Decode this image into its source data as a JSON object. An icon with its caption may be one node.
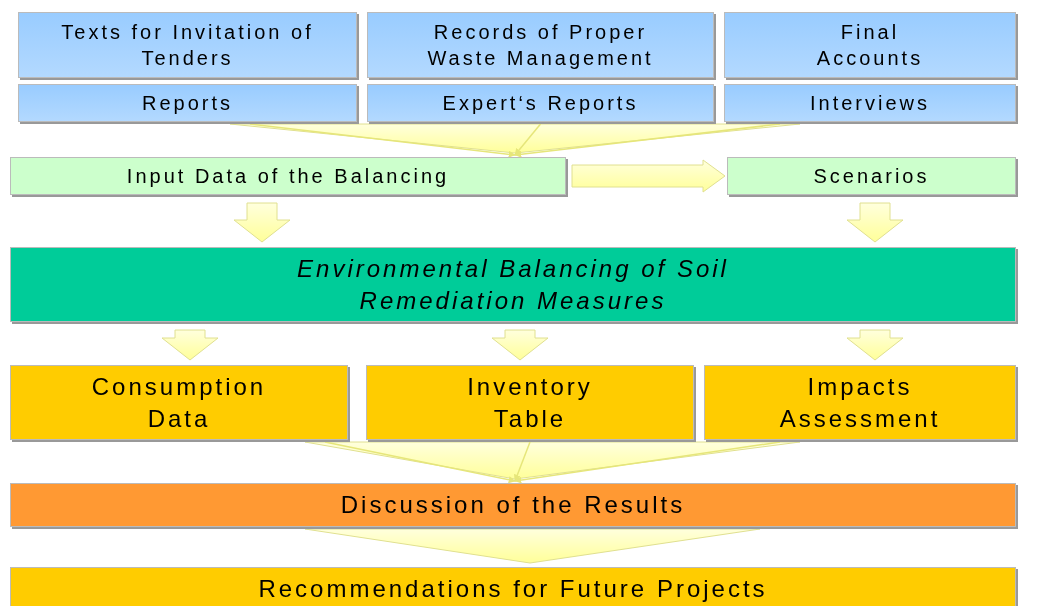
{
  "diagram": {
    "nodes": [
      {
        "text": [
          "Texts for Invitation of Tenders"
        ]
      },
      {
        "text": [
          "Records of Proper Waste Management"
        ]
      },
      {
        "text": [
          "Final Accounts"
        ]
      },
      {
        "text": [
          "Reports"
        ]
      },
      {
        "text": [
          "Expert‘s Reports"
        ]
      },
      {
        "text": [
          "Interviews"
        ]
      },
      {
        "text": [
          "Input Data of the Balancing"
        ]
      },
      {
        "text": [
          "Scenarios"
        ]
      },
      {
        "text": [
          "Environmental Balancing of Soil Remediation Measures"
        ]
      },
      {
        "text": [
          "Consumption Data"
        ]
      },
      {
        "text": [
          "Inventory Table"
        ]
      },
      {
        "text": [
          "Impacts Assessment"
        ]
      },
      {
        "text": [
          "Discussion of the Results"
        ]
      },
      {
        "text": [
          "Recommendations for Future Projects"
        ]
      }
    ],
    "edges": [
      {
        "from": 3,
        "to": 6,
        "arrow": "to"
      },
      {
        "from": 4,
        "to": 6,
        "arrow": "to"
      },
      {
        "from": 5,
        "to": 6,
        "arrow": "to"
      },
      {
        "from": 6,
        "to": 7,
        "arrow": "to"
      },
      {
        "from": 6,
        "to": 8,
        "arrow": "to"
      },
      {
        "from": 7,
        "to": 8,
        "arrow": "to"
      },
      {
        "from": 8,
        "to": 9,
        "arrow": "to"
      },
      {
        "from": 8,
        "to": 10,
        "arrow": "to"
      },
      {
        "from": 8,
        "to": 11,
        "arrow": "to"
      },
      {
        "from": 9,
        "to": 12,
        "arrow": "to"
      },
      {
        "from": 10,
        "to": 12,
        "arrow": "to"
      },
      {
        "from": 11,
        "to": 12,
        "arrow": "to"
      },
      {
        "from": 12,
        "to": 13,
        "arrow": "to"
      }
    ]
  }
}
